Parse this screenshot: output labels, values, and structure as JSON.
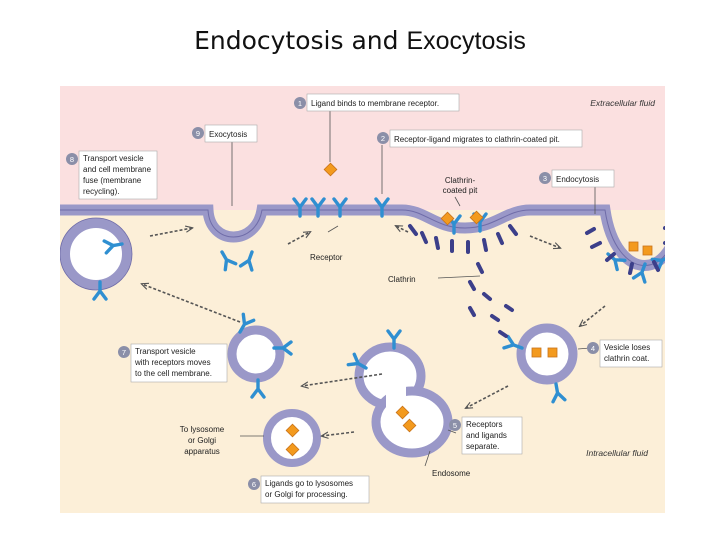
{
  "title": {
    "part1": "Endocytosis and",
    "part2": "Exocytosis"
  },
  "regions": {
    "outside": "Extracellular fluid",
    "inside": "Intracellular fluid"
  },
  "steps": [
    {
      "num": "1",
      "lines": [
        "Ligand binds to membrane receptor."
      ]
    },
    {
      "num": "2",
      "lines": [
        "Receptor-ligand migrates to clathrin-coated pit."
      ]
    },
    {
      "num": "3",
      "lines": [
        "Endocytosis"
      ]
    },
    {
      "num": "4",
      "lines": [
        "Vesicle loses",
        "clathrin coat."
      ]
    },
    {
      "num": "5",
      "lines": [
        "Receptors",
        "and ligands",
        "separate."
      ]
    },
    {
      "num": "6",
      "lines": [
        "Ligands go to lysosomes",
        "or Golgi for processing."
      ]
    },
    {
      "num": "7",
      "lines": [
        "Transport vesicle",
        "with receptors moves",
        "to the cell membrane."
      ]
    },
    {
      "num": "8",
      "lines": [
        "Transport vesicle",
        "and cell membrane",
        "fuse (membrane",
        "recycling)."
      ]
    },
    {
      "num": "9",
      "lines": [
        "Exocytosis"
      ]
    }
  ],
  "labels": {
    "pit": [
      "Clathrin-",
      "coated pit"
    ],
    "receptor": "Receptor",
    "clathrin": "Clathrin",
    "endosome": "Endosome",
    "lysosome": [
      "To lysosome",
      "or Golgi",
      "apparatus"
    ]
  },
  "colors": {
    "extracellular": "#fbe0e0",
    "intracellular": "#fcefd8",
    "membrane": "#9a98c8",
    "membrane_edge": "#6f6ca8",
    "receptor": "#2f8fd1",
    "ligand": "#f39a1e",
    "clathrin": "#3c3f8a",
    "badge": "#8b8fa8",
    "arrow": "#555555"
  }
}
